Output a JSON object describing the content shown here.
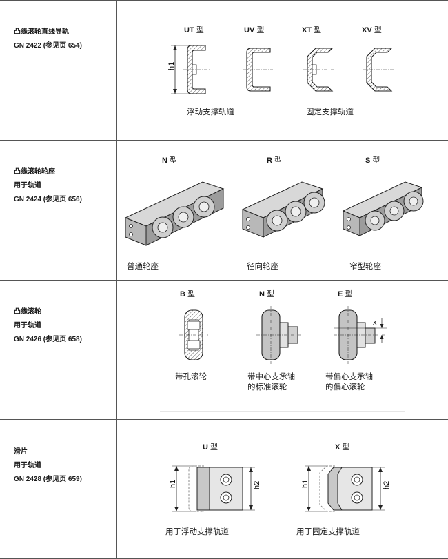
{
  "rows": [
    {
      "lines": [
        "凸缘滚轮直线导轨",
        "GN 2422 (参见页 654)"
      ],
      "types": [
        {
          "code": "UT",
          "suffix": "型"
        },
        {
          "code": "UV",
          "suffix": "型"
        },
        {
          "code": "XT",
          "suffix": "型"
        },
        {
          "code": "XV",
          "suffix": "型"
        }
      ],
      "dim_label": "h1",
      "captions": [
        "浮动支撑轨道",
        "固定支撑轨道"
      ]
    },
    {
      "lines": [
        "凸缘滚轮轮座",
        "用于轨道",
        "GN 2424 (参见页 656)"
      ],
      "types": [
        {
          "code": "N",
          "suffix": "型"
        },
        {
          "code": "R",
          "suffix": "型"
        },
        {
          "code": "S",
          "suffix": "型"
        }
      ],
      "captions": [
        "普通轮座",
        "径向轮座",
        "窄型轮座"
      ]
    },
    {
      "lines": [
        "凸缘滚轮",
        "用于轨道",
        "GN 2426 (参见页 658)"
      ],
      "types": [
        {
          "code": "B",
          "suffix": "型"
        },
        {
          "code": "N",
          "suffix": "型"
        },
        {
          "code": "E",
          "suffix": "型"
        }
      ],
      "dim_label": "x",
      "captions": [
        [
          "带孔滚轮"
        ],
        [
          "带中心支承轴",
          "的标准滚轮"
        ],
        [
          "带偏心支承轴",
          "的偏心滚轮"
        ]
      ]
    },
    {
      "lines": [
        "滑片",
        "用于轨道",
        "GN 2428 (参见页 659)"
      ],
      "types": [
        {
          "code": "U",
          "suffix": "型"
        },
        {
          "code": "X",
          "suffix": "型"
        }
      ],
      "dim_labels": [
        "h1",
        "h2"
      ],
      "captions": [
        "用于浮动支撑轨道",
        "用于固定支撑轨道"
      ]
    }
  ]
}
